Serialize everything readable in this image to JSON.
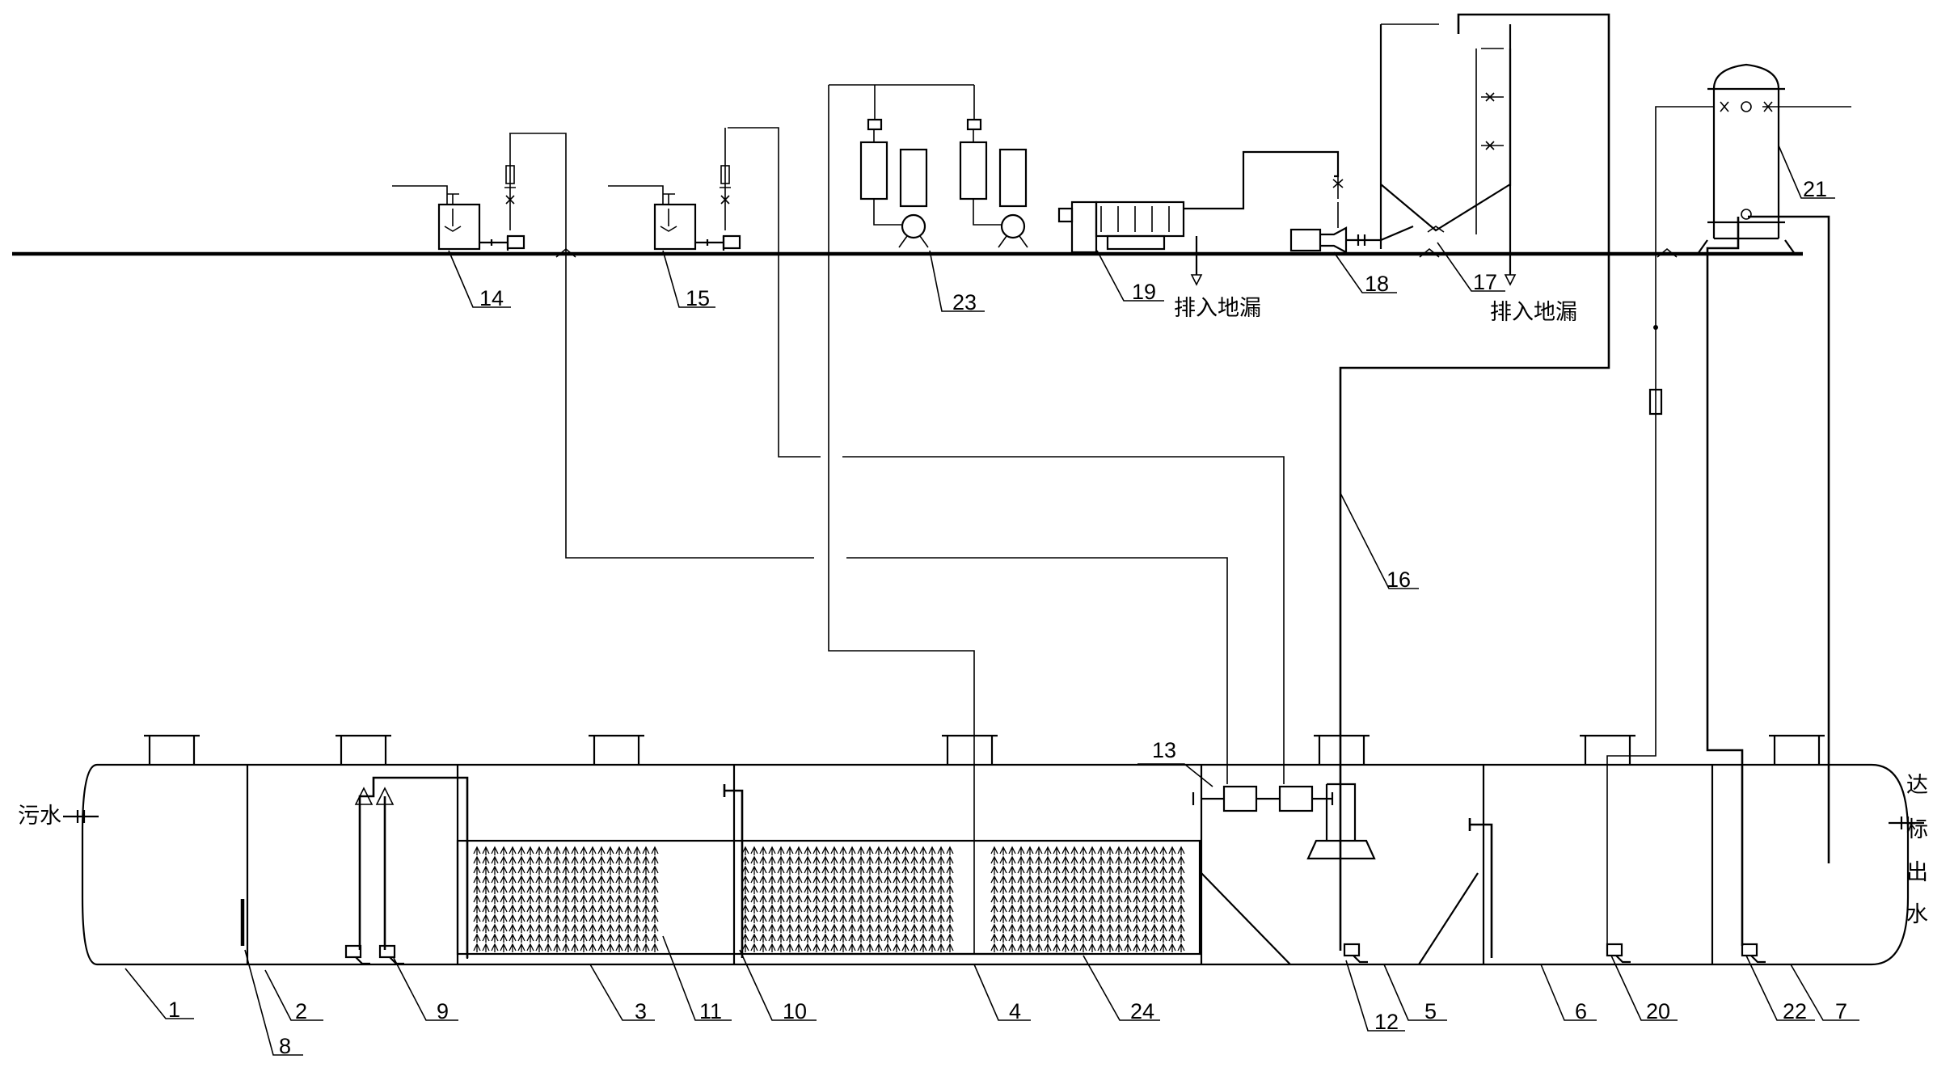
{
  "labels": {
    "n1": "1",
    "n2": "2",
    "n3": "3",
    "n4": "4",
    "n5": "5",
    "n6": "6",
    "n7": "7",
    "n8": "8",
    "n9": "9",
    "n10": "10",
    "n11": "11",
    "n12": "12",
    "n13": "13",
    "n14": "14",
    "n15": "15",
    "n16": "16",
    "n17": "17",
    "n18": "18",
    "n19": "19",
    "n20": "20",
    "n21": "21",
    "n22": "22",
    "n23": "23",
    "n24": "24"
  },
  "text": {
    "inlet": "污水",
    "drain_19": "排入地漏",
    "drain_17": "排入地漏",
    "outlet_1": "达",
    "outlet_2": "标",
    "outlet_3": "出",
    "outlet_4": "水"
  }
}
